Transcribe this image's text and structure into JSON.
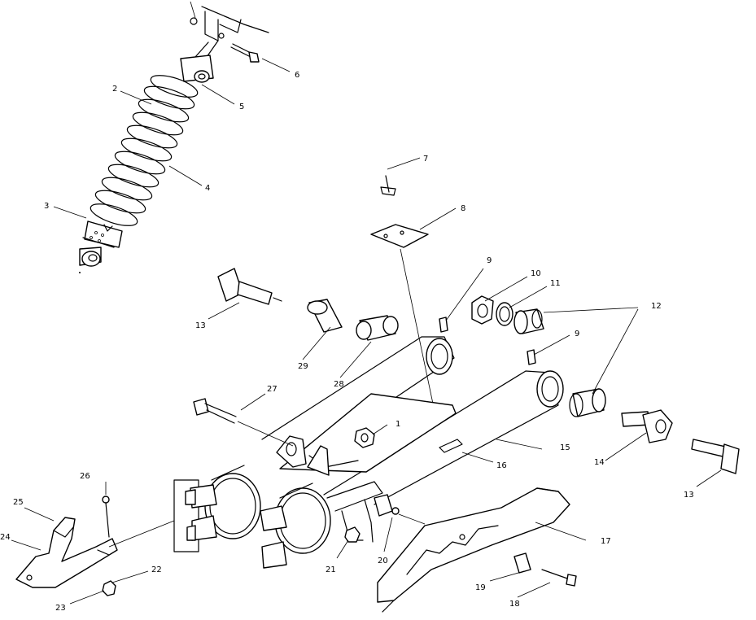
{
  "callouts": [
    {
      "id": "c1",
      "label": "1"
    },
    {
      "id": "c2",
      "label": "2"
    },
    {
      "id": "c3",
      "label": "3"
    },
    {
      "id": "c4",
      "label": "4"
    },
    {
      "id": "c5",
      "label": "5"
    },
    {
      "id": "c6",
      "label": "6"
    },
    {
      "id": "c7",
      "label": "7"
    },
    {
      "id": "c8",
      "label": "8"
    },
    {
      "id": "c9a",
      "label": "9"
    },
    {
      "id": "c9b",
      "label": "9"
    },
    {
      "id": "c10",
      "label": "10"
    },
    {
      "id": "c11",
      "label": "11"
    },
    {
      "id": "c12",
      "label": "12"
    },
    {
      "id": "c13a",
      "label": "13"
    },
    {
      "id": "c13b",
      "label": "13"
    },
    {
      "id": "c14",
      "label": "14"
    },
    {
      "id": "c15",
      "label": "15"
    },
    {
      "id": "c16",
      "label": "16"
    },
    {
      "id": "c17",
      "label": "17"
    },
    {
      "id": "c18",
      "label": "18"
    },
    {
      "id": "c19",
      "label": "19"
    },
    {
      "id": "c20",
      "label": "20"
    },
    {
      "id": "c21",
      "label": "21"
    },
    {
      "id": "c22",
      "label": "22"
    },
    {
      "id": "c23",
      "label": "23"
    },
    {
      "id": "c24",
      "label": "24"
    },
    {
      "id": "c25",
      "label": "25"
    },
    {
      "id": "c26",
      "label": "26"
    },
    {
      "id": "c27",
      "label": "27"
    },
    {
      "id": "c28",
      "label": "28"
    },
    {
      "id": "c29",
      "label": "29"
    }
  ]
}
